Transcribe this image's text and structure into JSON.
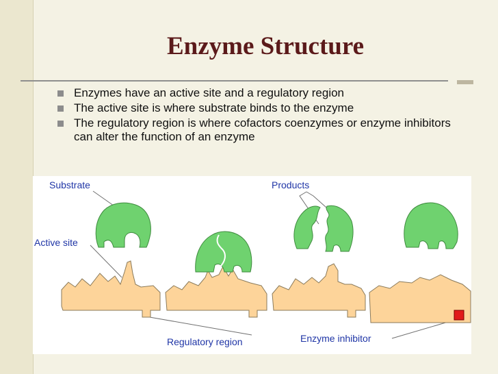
{
  "slide": {
    "title": "Enzyme Structure",
    "bullets": [
      "Enzymes have an active site and a regulatory region",
      "The active site is where substrate binds to the enzyme",
      "The regulatory region is where cofactors coenzymes or enzyme inhibitors can alter the function of an enzyme"
    ]
  },
  "diagram": {
    "labels": {
      "substrate": "Substrate",
      "products": "Products",
      "active_site": "Active site",
      "regulatory_region": "Regulatory region",
      "enzyme_inhibitor": "Enzyme inhibitor"
    },
    "colors": {
      "substrate": "#6fd26f",
      "enzyme": "#fdd49a",
      "inhibitor": "#e11a1a",
      "label": "#1f35a6",
      "title": "#5b1a1a"
    }
  }
}
